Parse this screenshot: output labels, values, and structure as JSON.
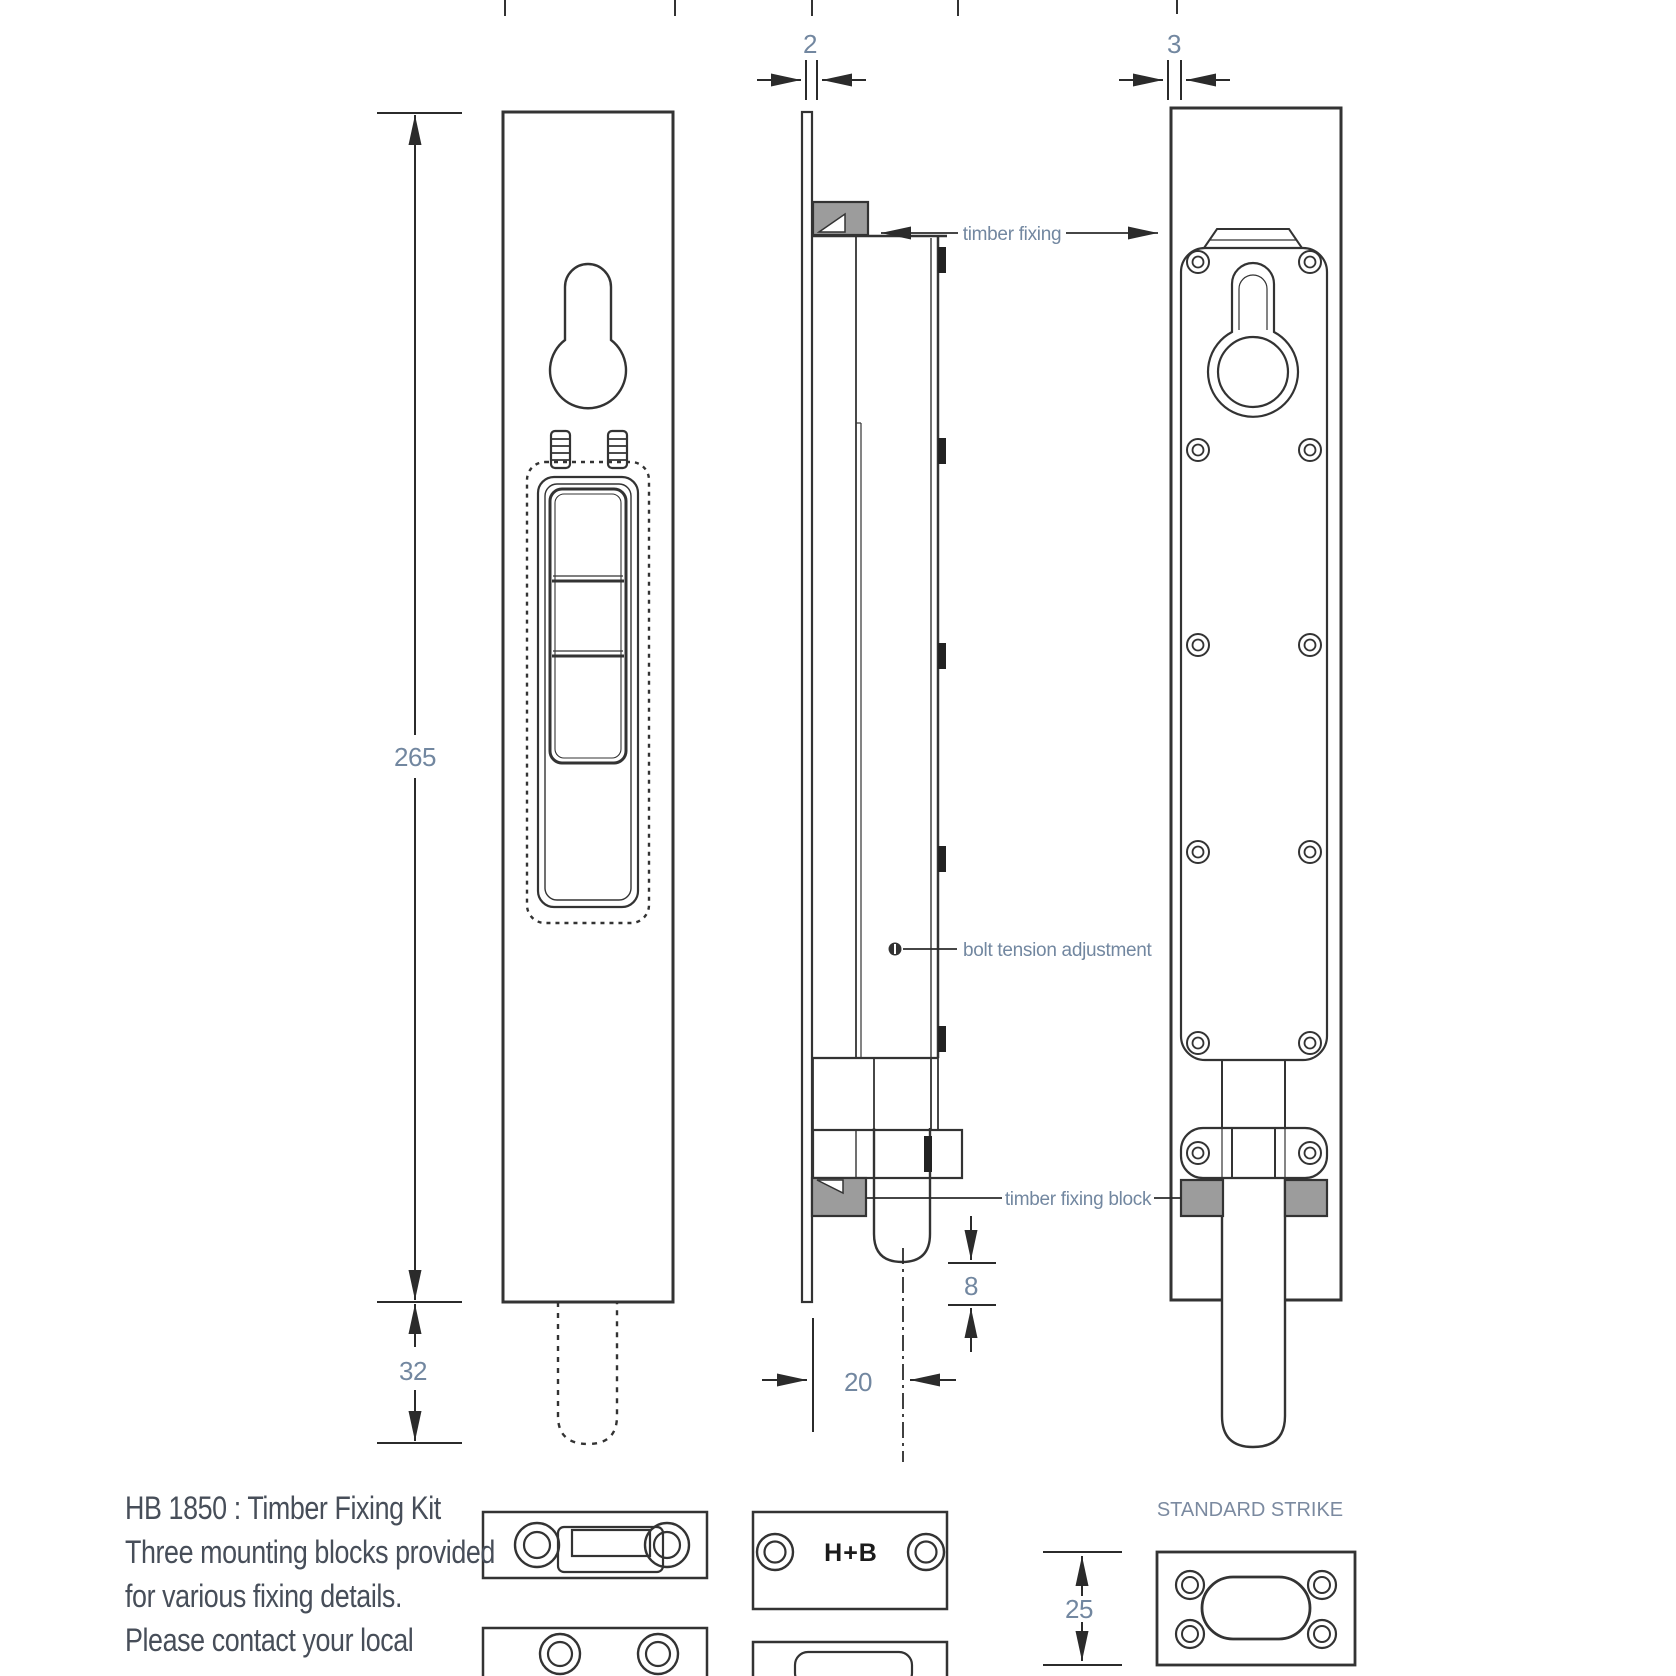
{
  "dimensions": {
    "plate_height": "265",
    "bolt_throw": "32",
    "faceplate_thickness": "2",
    "backplate_thickness": "3",
    "bolt_projection": "8",
    "backset": "20",
    "strike_height": "25"
  },
  "labels": {
    "timber_fixing": "timber fixing",
    "bolt_tension_adjustment": "bolt tension adjustment",
    "timber_fixing_block": "timber fixing block",
    "standard_strike": "STANDARD STRIKE",
    "logo": "H+B"
  },
  "footer": {
    "line1": "HB 1850 : Timber Fixing Kit",
    "line2": "Three mounting blocks provided",
    "line3": "for various fixing details.",
    "line4": "Please contact your local"
  },
  "colors": {
    "line": "#333333",
    "arrow": "#2b2b2b",
    "annotation_text": "#7287a0",
    "footer_text": "#474e59",
    "block_fill": "#9c9c9c"
  }
}
